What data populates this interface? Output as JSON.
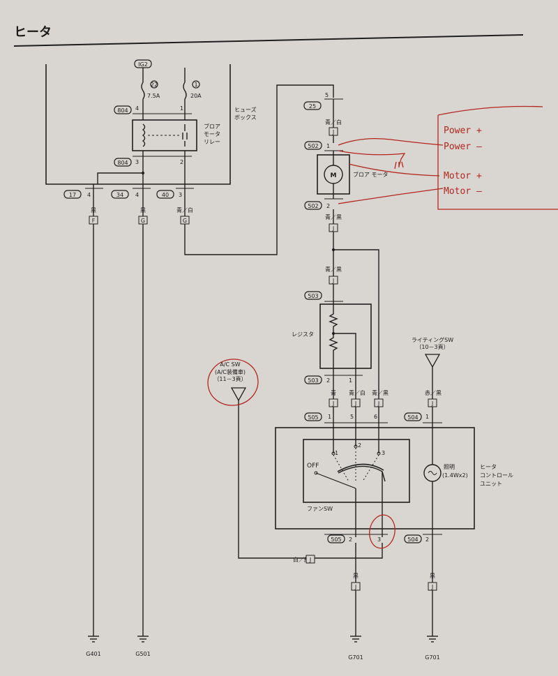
{
  "page_title": "ヒータ",
  "fuse_box": {
    "source": "IG2",
    "fuse_a": {
      "number": "22",
      "rating": "7.5A"
    },
    "fuse_b": {
      "number": "1",
      "rating": "20A"
    },
    "label_line1": "ヒューズ",
    "label_line2": "ボックス",
    "relay_line1": "ブロア",
    "relay_line2": "モータ",
    "relay_line3": "リレー",
    "connector_top": "804",
    "connector_bottom": "804",
    "pin_4": "4",
    "pin_1": "1",
    "pin_3": "3",
    "pin_2": "2"
  },
  "bottom_connectors": {
    "c17": "17",
    "c17_pin": "4",
    "c34": "34",
    "c34_pin": "4",
    "c40": "40",
    "c40_pin": "3"
  },
  "wires_left": {
    "color_1": "黒",
    "conn_1": "F",
    "color_2": "黒",
    "conn_2": "G",
    "color_3": "青／白",
    "conn_3": "G"
  },
  "blower": {
    "connector_25": "25",
    "pin_5": "5",
    "wire_top": "青／白",
    "conn_top": "J",
    "connector_502_top": "502",
    "pin_1": "1",
    "label": "ブロア モータ",
    "motor_symbol": "M",
    "connector_502_bottom": "502",
    "pin_2": "2",
    "wire_bottom": "青／黒",
    "conn_bottom": "J"
  },
  "resistor": {
    "wire": "青／黒",
    "conn": "J",
    "connector_top": "503",
    "label": "レジスタ",
    "connector_bottom": "503",
    "pin_2": "2",
    "pin_1": "1"
  },
  "control_unit": {
    "wire_1": "青",
    "wire_2": "青／白",
    "wire_3": "青／黒",
    "wire_4": "赤／黒",
    "conn": "J",
    "connector_505": "505",
    "pin_1": "1",
    "pin_5": "5",
    "pin_6": "6",
    "connector_504": "504",
    "pin_504_1": "1",
    "switch_off": "OFF",
    "pos_1": "1",
    "pos_2": "2",
    "pos_3": "3",
    "switch_label": "ファンSW",
    "lamp_line1": "照明",
    "lamp_line2": "(1.4Wx2)",
    "unit_line1": "ヒータ",
    "unit_line2": "コントロール",
    "unit_line3": "ユニット",
    "connector_505_bottom": "505",
    "pin_b2": "2",
    "pin_b3": "3",
    "connector_504_bottom": "504",
    "pin_504_b2": "2"
  },
  "lighting_sw": {
    "line1": "ライティングSW",
    "line2": "（10－3頁）"
  },
  "ac_sw": {
    "line1": "A/C SW",
    "line2": "(A/C装備車)",
    "line3": "（11－3頁）",
    "wire": "白／緑",
    "conn": "J"
  },
  "grounds": {
    "wire_1": "黒",
    "conn_1": "J",
    "wire_2": "黒",
    "conn_2": "J",
    "g1": "G401",
    "g2": "G501",
    "g3": "G701",
    "g4": "G701"
  },
  "annotations": {
    "power_plus": "Power +",
    "power_minus": "Power –",
    "motor_plus": "Motor +",
    "motor_minus": "Motor –"
  },
  "colors": {
    "paper": "#d9d6d2",
    "ink": "#1e1e1e",
    "annotation": "#b3261e"
  }
}
